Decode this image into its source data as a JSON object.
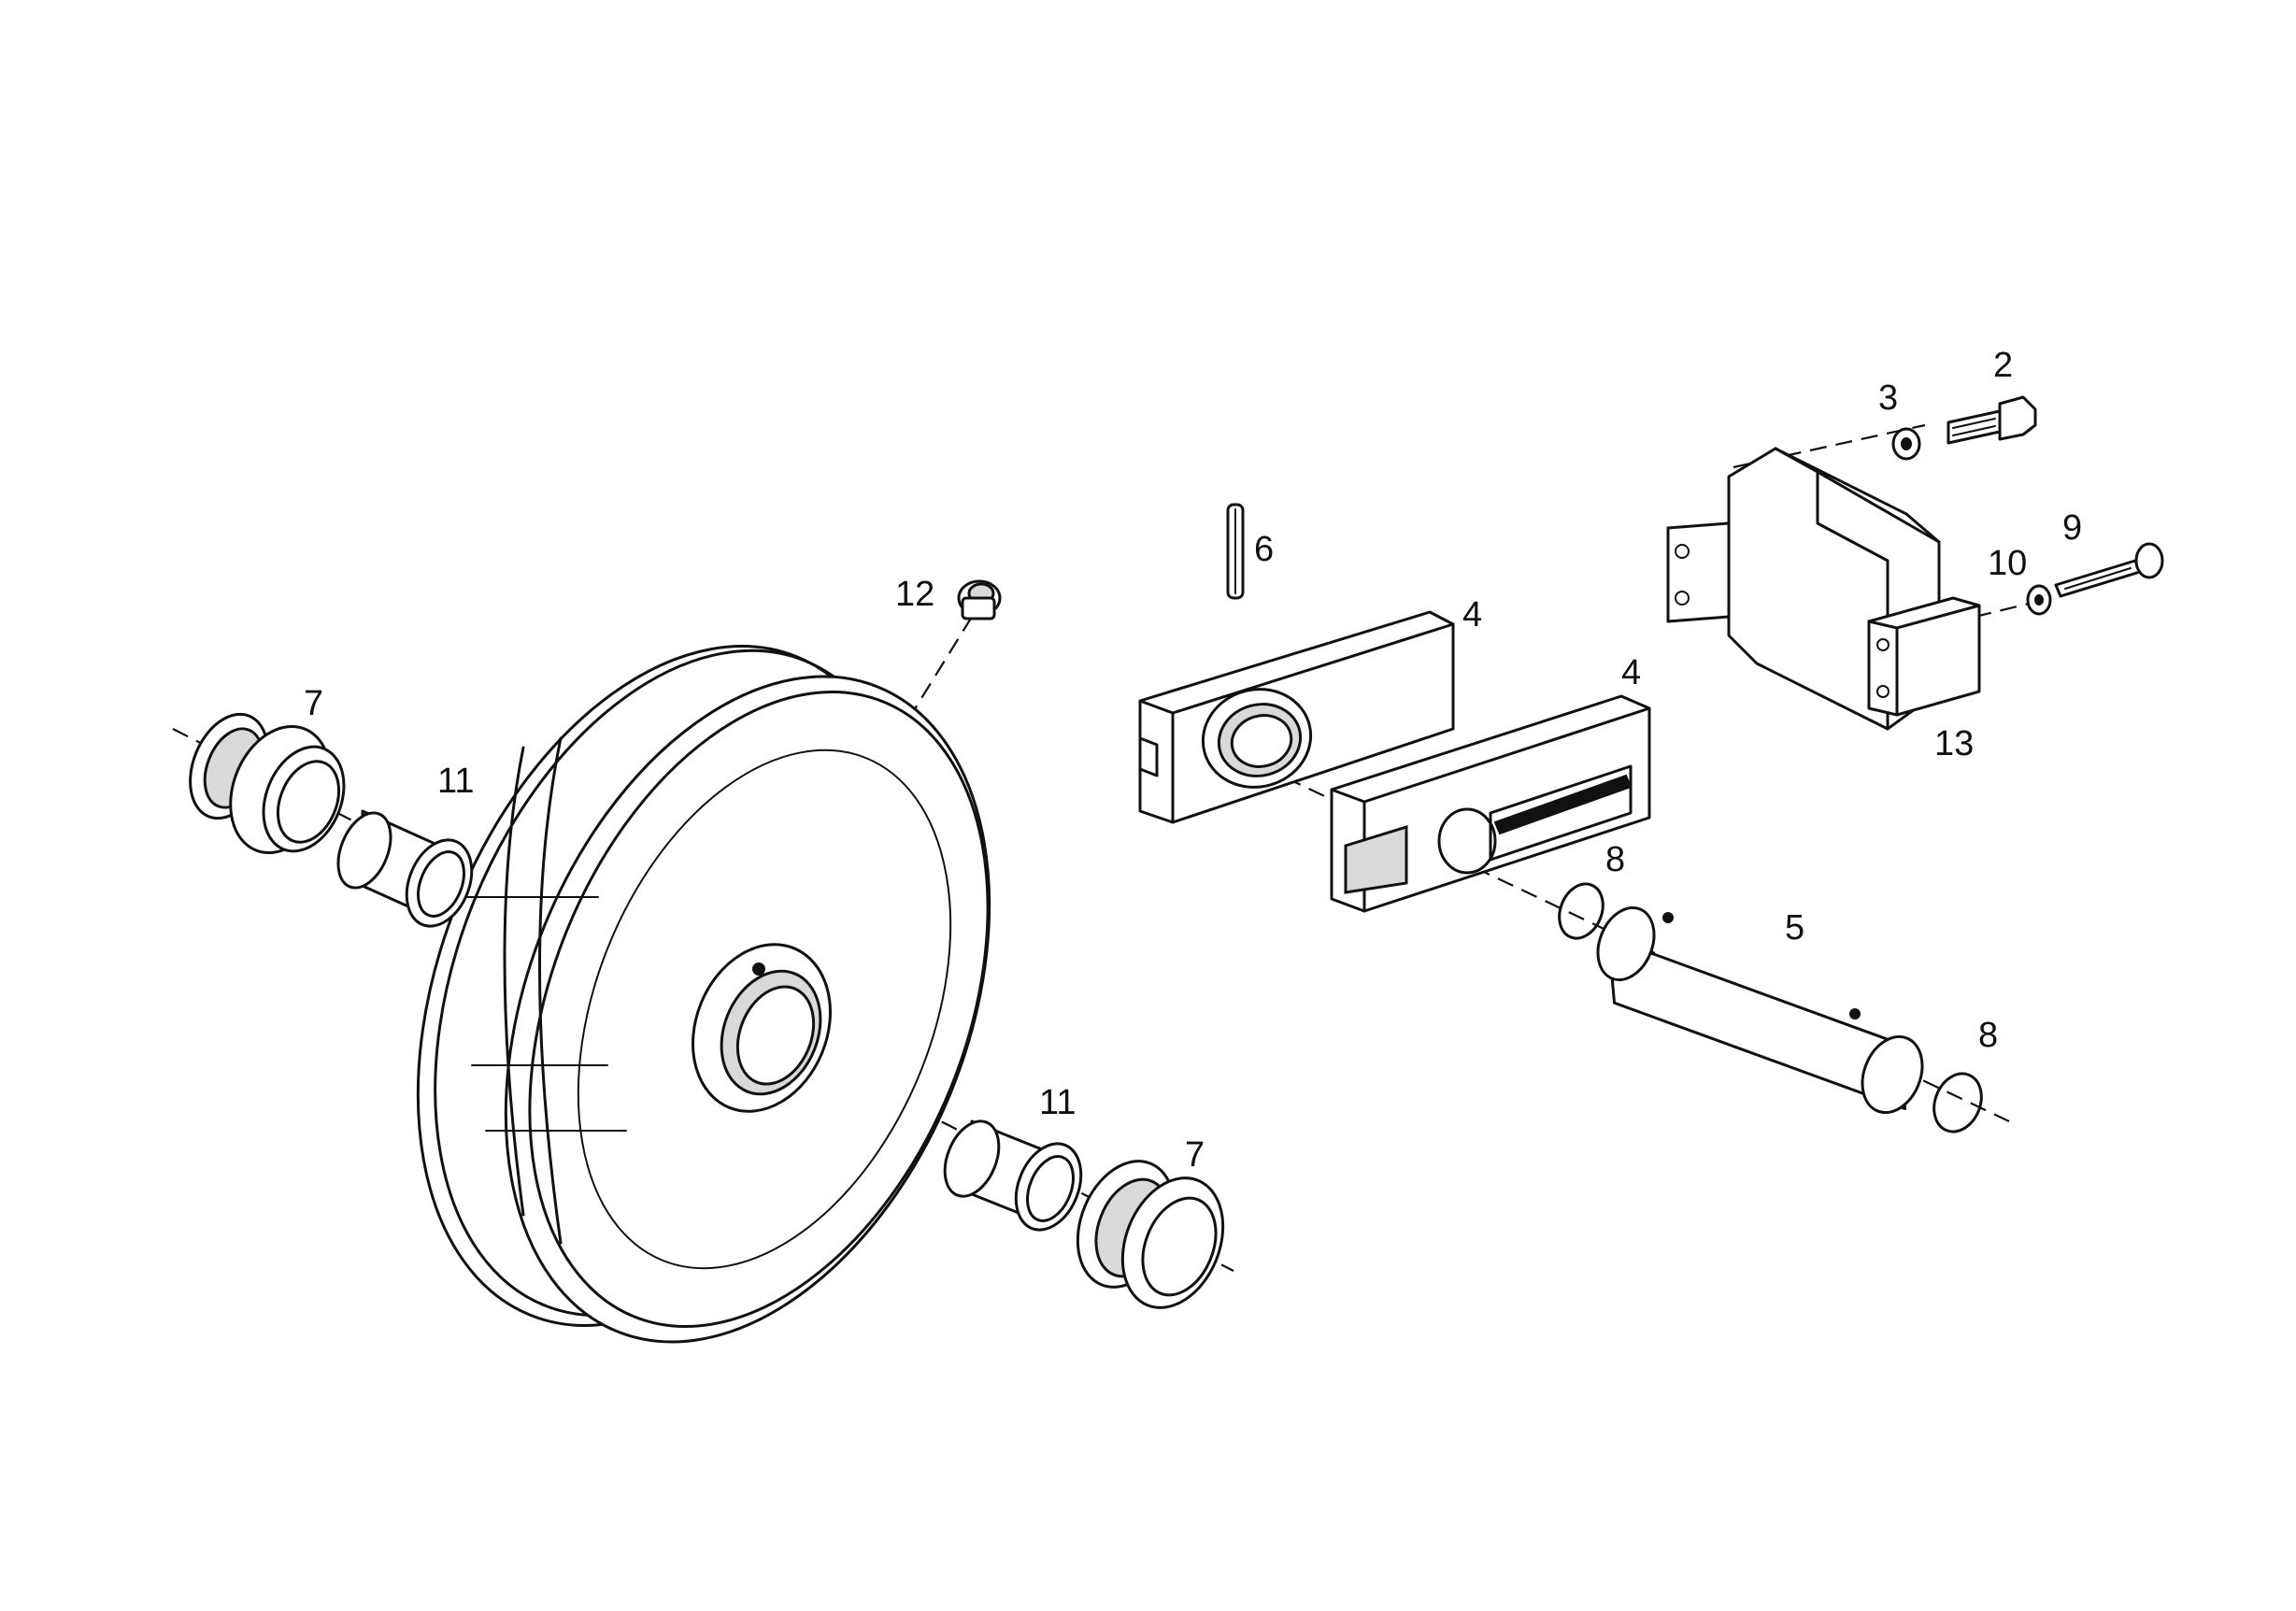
{
  "callouts": {
    "c2": "2",
    "c3": "3",
    "c4a": "4",
    "c4b": "4",
    "c5": "5",
    "c6": "6",
    "c7a": "7",
    "c7b": "7",
    "c8a": "8",
    "c8b": "8",
    "c9": "9",
    "c10": "10",
    "c11a": "11",
    "c11b": "11",
    "c12": "12",
    "c13": "13"
  }
}
